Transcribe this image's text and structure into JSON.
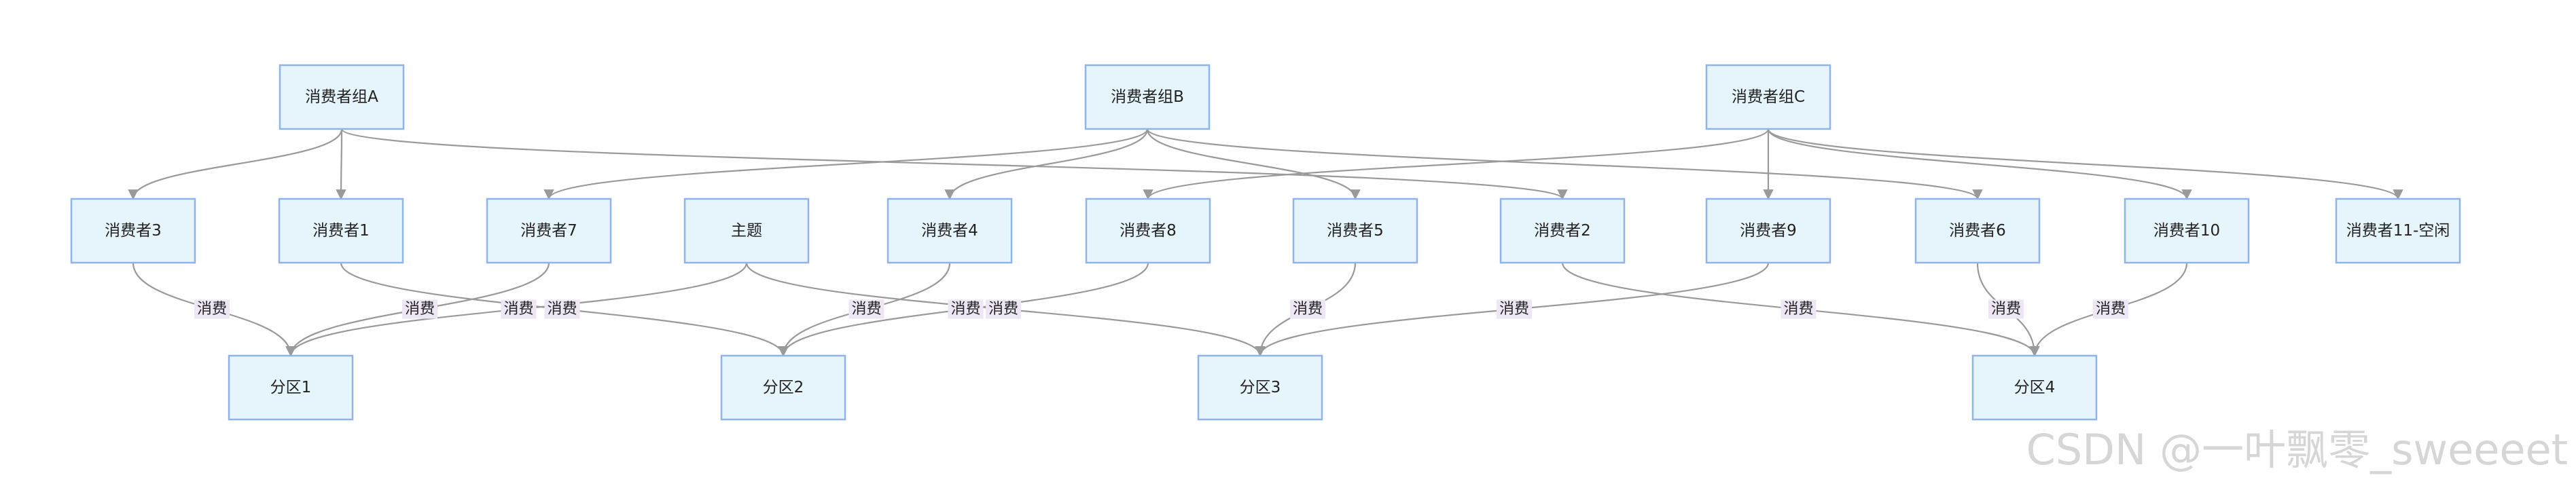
{
  "nodes": {
    "groupA": "消费者组A",
    "groupB": "消费者组B",
    "groupC": "消费者组C",
    "c3": "消费者3",
    "c1": "消费者1",
    "c7": "消费者7",
    "topic": "主题",
    "c4": "消费者4",
    "c8": "消费者8",
    "c5": "消费者5",
    "c2": "消费者2",
    "c9": "消费者9",
    "c6": "消费者6",
    "c10": "消费者10",
    "c11": "消费者11-空闲",
    "p1": "分区1",
    "p2": "分区2",
    "p3": "分区3",
    "p4": "分区4"
  },
  "edges": [
    {
      "from": "groupA",
      "to": "c3",
      "label": ""
    },
    {
      "from": "groupA",
      "to": "c1",
      "label": ""
    },
    {
      "from": "groupA",
      "to": "c2",
      "label": ""
    },
    {
      "from": "groupB",
      "to": "c7",
      "label": ""
    },
    {
      "from": "groupB",
      "to": "c4",
      "label": ""
    },
    {
      "from": "groupB",
      "to": "c5",
      "label": ""
    },
    {
      "from": "groupB",
      "to": "c6",
      "label": ""
    },
    {
      "from": "groupC",
      "to": "c8",
      "label": ""
    },
    {
      "from": "groupC",
      "to": "c9",
      "label": ""
    },
    {
      "from": "groupC",
      "to": "c10",
      "label": ""
    },
    {
      "from": "groupC",
      "to": "c11",
      "label": ""
    },
    {
      "from": "c3",
      "to": "p1",
      "label": "消费"
    },
    {
      "from": "topic",
      "to": "p1",
      "label": "消费"
    },
    {
      "from": "c7",
      "to": "p1",
      "label": "消费"
    },
    {
      "from": "c1",
      "to": "p2",
      "label": "消费"
    },
    {
      "from": "c4",
      "to": "p2",
      "label": "消费"
    },
    {
      "from": "c8",
      "to": "p2",
      "label": "消费"
    },
    {
      "from": "topic",
      "to": "p3",
      "label": "消费"
    },
    {
      "from": "c5",
      "to": "p3",
      "label": "消费"
    },
    {
      "from": "c9",
      "to": "p3",
      "label": "消费"
    },
    {
      "from": "c2",
      "to": "p4",
      "label": "消费"
    },
    {
      "from": "c6",
      "to": "p4",
      "label": "消费"
    },
    {
      "from": "c10",
      "to": "p4",
      "label": "消费"
    }
  ],
  "watermark": "CSDN @一叶飘零_sweeeet"
}
